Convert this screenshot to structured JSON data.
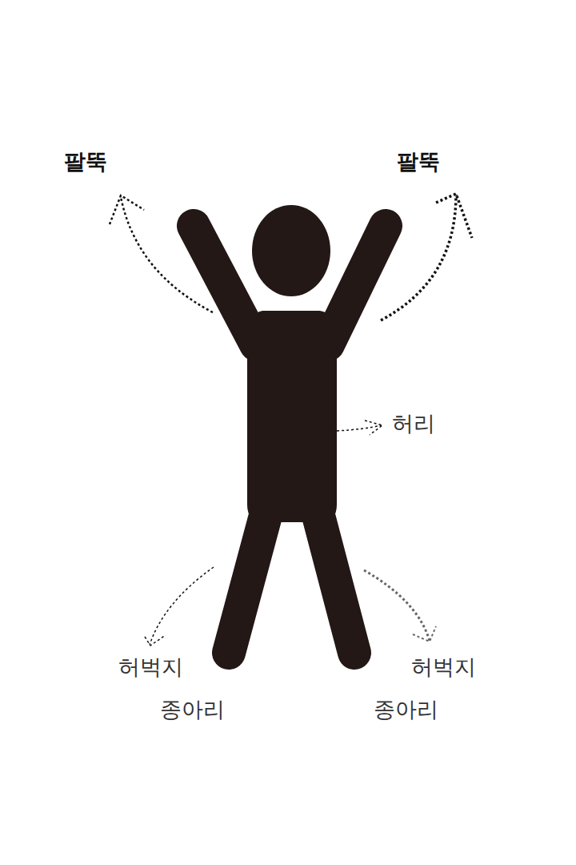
{
  "diagram": {
    "labels": [
      "팔뚝",
      "팔뚝",
      "허리",
      "허벅지",
      "허벅지",
      "종아리",
      "종아리"
    ]
  }
}
